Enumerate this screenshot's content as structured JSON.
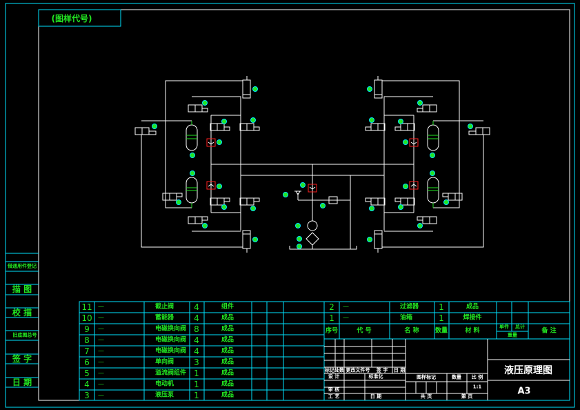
{
  "drawing_code_label": "(图样代号)",
  "left_strip": [
    "借通用件登记",
    "描 图",
    "校 描",
    "旧底图总号",
    "签 字",
    "日 期"
  ],
  "parts_list": [
    {
      "no": "11",
      "code": "—",
      "name": "截止阀",
      "qty": "4",
      "material": "组件"
    },
    {
      "no": "10",
      "code": "—",
      "name": "蓄能器",
      "qty": "4",
      "material": "成品"
    },
    {
      "no": "9",
      "code": "—",
      "name": "电磁换向阀",
      "qty": "8",
      "material": "成品"
    },
    {
      "no": "8",
      "code": "—",
      "name": "电磁换向阀",
      "qty": "4",
      "material": "成品"
    },
    {
      "no": "7",
      "code": "—",
      "name": "电磁换向阀",
      "qty": "4",
      "material": "成品"
    },
    {
      "no": "6",
      "code": "—",
      "name": "单向阀",
      "qty": "3",
      "material": "成品"
    },
    {
      "no": "5",
      "code": "—",
      "name": "溢流阀组件",
      "qty": "1",
      "material": "成品"
    },
    {
      "no": "4",
      "code": "—",
      "name": "电动机",
      "qty": "1",
      "material": "成品"
    },
    {
      "no": "3",
      "code": "—",
      "name": "液压泵",
      "qty": "1",
      "material": "成品"
    },
    {
      "no": "2",
      "code": "—",
      "name": "过滤器",
      "qty": "1",
      "material": "成品"
    },
    {
      "no": "1",
      "code": "—",
      "name": "油箱",
      "qty": "1",
      "material": "焊接件"
    }
  ],
  "parts_header": {
    "no": "序号",
    "code": "代 号",
    "name": "名 称",
    "qty": "数量",
    "material": "材 料",
    "unit": "单件",
    "total": "总计",
    "weight": "重量",
    "remark": "备 注"
  },
  "title_block": {
    "revision_header": [
      "标记",
      "处数",
      "更改文件号",
      "签 字",
      "日 期"
    ],
    "design": "设 计",
    "standard": "标准化",
    "review": "审 核",
    "process": "工 艺",
    "date": "日 期",
    "pattern_mark": "图样标记",
    "quantity": "数量",
    "scale_label": "比 例",
    "scale": "1:1",
    "total_pages": "共  页",
    "page": "第  页",
    "title": "液压原理图",
    "size": "A3"
  },
  "colors": {
    "frame": "#00e5ff",
    "text": "#22e622",
    "lines": "#ffffff",
    "highlight": "#ff2020"
  }
}
